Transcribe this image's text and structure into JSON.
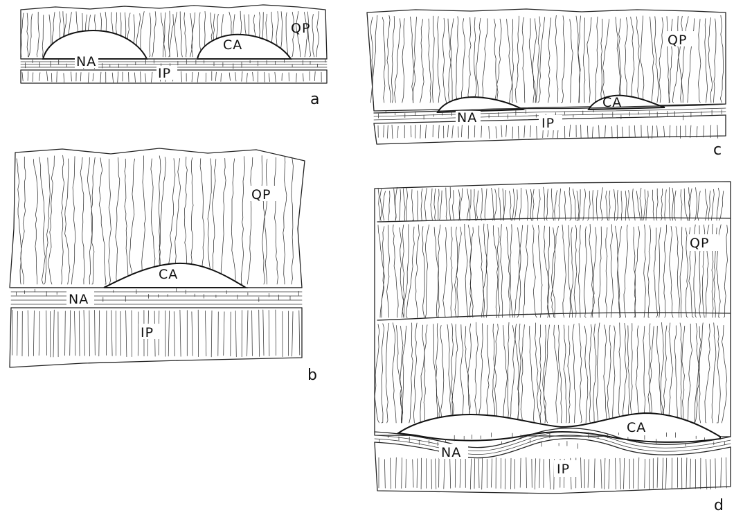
{
  "panels": [
    {
      "letter": "a",
      "labels": {
        "qp": "QP",
        "ca": "CA",
        "na": "NA",
        "ip": "IP"
      }
    },
    {
      "letter": "b",
      "labels": {
        "qp": "QP",
        "ca": "CA",
        "na": "NA",
        "ip": "IP"
      }
    },
    {
      "letter": "c",
      "labels": {
        "qp": "QP",
        "ca": "CA",
        "na": "NA",
        "ip": "IP"
      }
    },
    {
      "letter": "d",
      "labels": {
        "qp": "QP",
        "ca": "CA",
        "na": "NA",
        "ip": "IP"
      }
    }
  ],
  "colors": {
    "ink": "#222222",
    "paper": "#ffffff"
  }
}
